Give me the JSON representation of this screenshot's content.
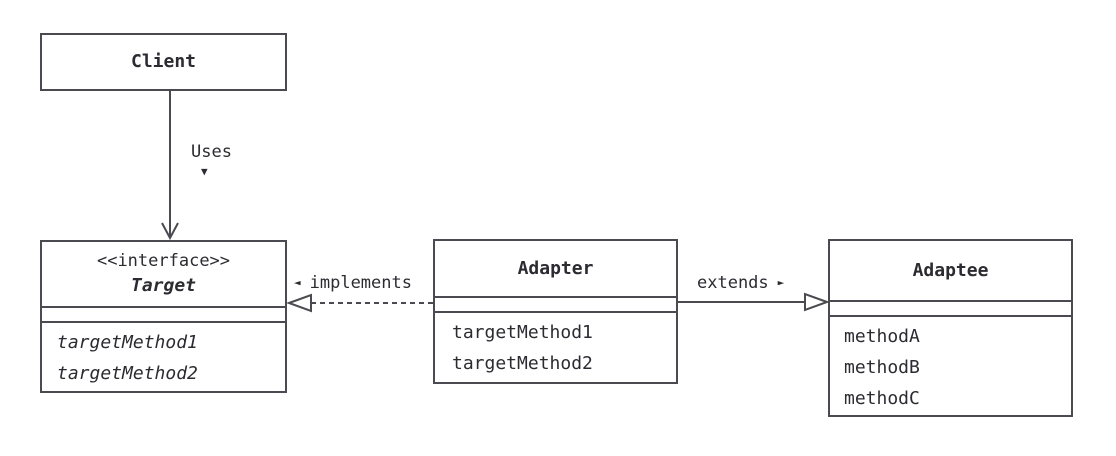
{
  "diagram": {
    "pattern": "Adapter (UML class diagram)",
    "classes": {
      "client": {
        "name": "Client"
      },
      "target": {
        "stereotype": "<<interface>>",
        "name": "Target",
        "methods": [
          "targetMethod1",
          "targetMethod2"
        ]
      },
      "adapter": {
        "name": "Adapter",
        "methods": [
          "targetMethod1",
          "targetMethod2"
        ]
      },
      "adaptee": {
        "name": "Adaptee",
        "methods": [
          "methodA",
          "methodB",
          "methodC"
        ]
      }
    },
    "relations": {
      "uses": {
        "label": "Uses",
        "arrow_glyph": "▼",
        "style": "solid-open-arrow"
      },
      "implements": {
        "label": "implements",
        "arrow_glyph": "◄",
        "style": "dashed-hollow-triangle"
      },
      "extends": {
        "label": "extends",
        "arrow_glyph": "►",
        "style": "solid-hollow-triangle"
      }
    },
    "colors": {
      "line": "#4a4a50",
      "text": "#2b2b31",
      "background": "#ffffff"
    }
  }
}
